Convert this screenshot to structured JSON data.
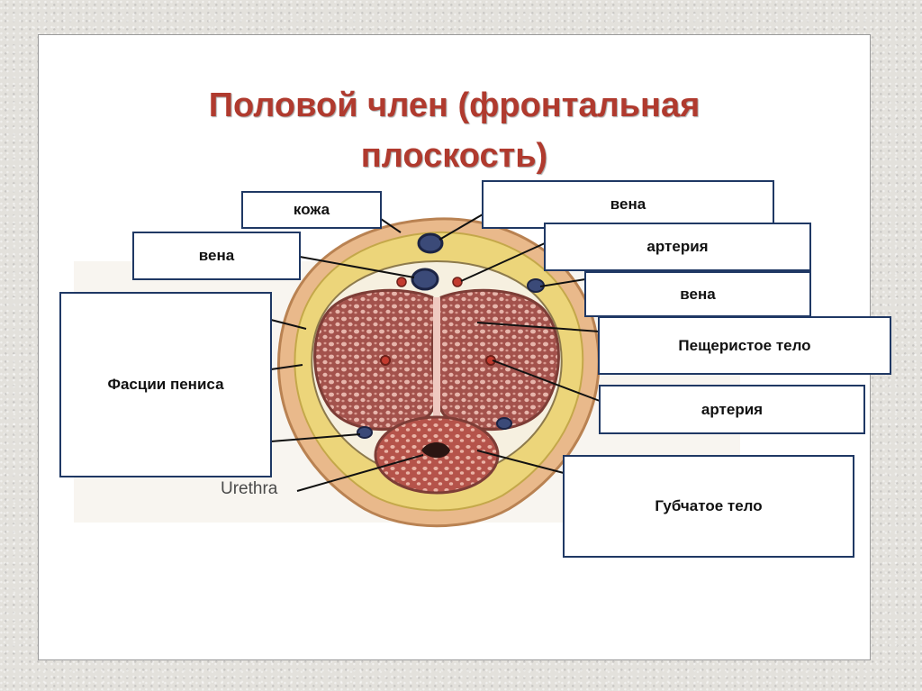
{
  "title": {
    "line1": "Половой  член (фронтальная",
    "line2": "плоскость)"
  },
  "labels": {
    "skin": "кожа",
    "vein_top": "вена",
    "vein_left": "вена",
    "artery_top": "артерия",
    "vein_right": "вена",
    "cavernous_body": "Пещеристое тело",
    "fascia": "Фасции пениса",
    "artery_right": "артерия",
    "spongy_body": "Губчатое тело"
  },
  "diagram_text": {
    "urethra": "Urethra"
  },
  "colors": {
    "title": "#b03a2e",
    "box_border": "#1f3864",
    "skin": "#e8b98a",
    "fascia": "#e9d36a",
    "tissue": "#b96a63",
    "vein": "#3b4a78"
  }
}
